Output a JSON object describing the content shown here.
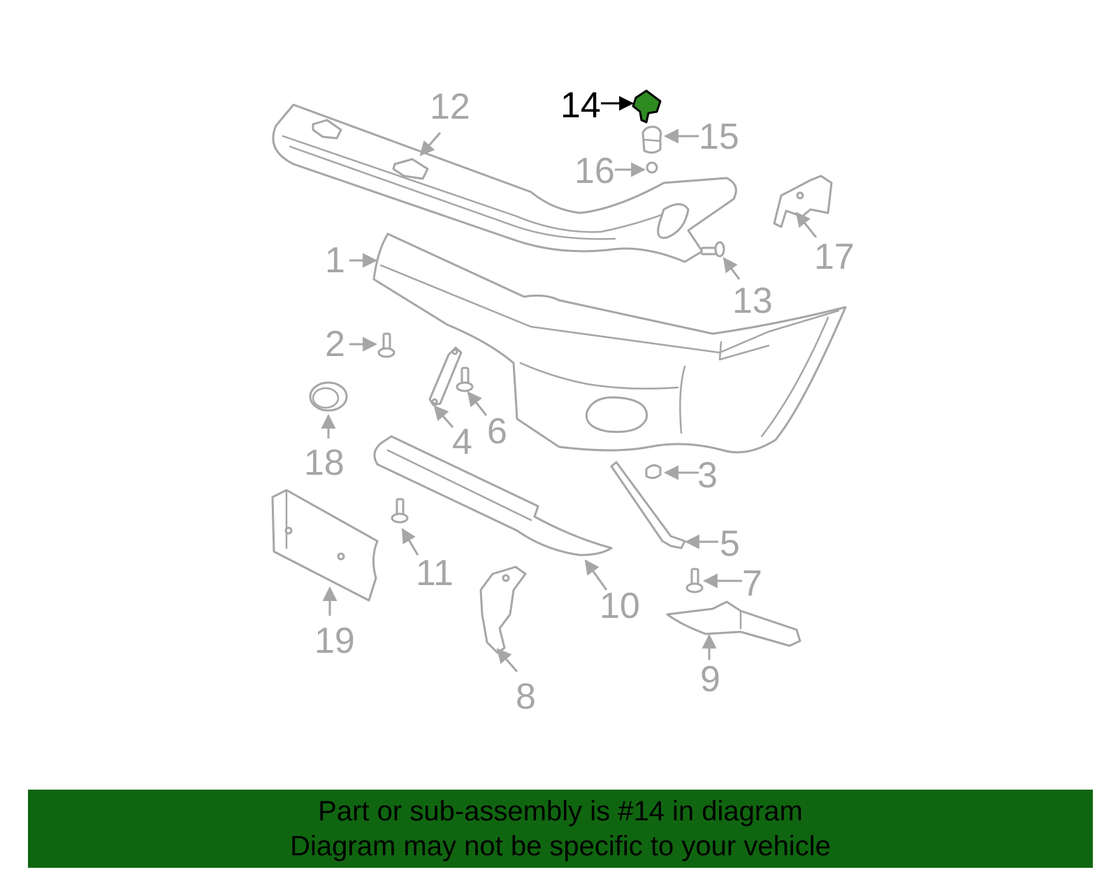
{
  "callouts": {
    "c1": "1",
    "c2": "2",
    "c3": "3",
    "c4": "4",
    "c5": "5",
    "c6": "6",
    "c7": "7",
    "c8": "8",
    "c9": "9",
    "c10": "10",
    "c11": "11",
    "c12": "12",
    "c13": "13",
    "c14": "14",
    "c15": "15",
    "c16": "16",
    "c17": "17",
    "c18": "18",
    "c19": "19"
  },
  "highlight": {
    "part": "14",
    "color": "#2e8b22",
    "text_color": "#000000"
  },
  "colors": {
    "line": "#a6a6a6",
    "banner_bg": "#106610"
  },
  "banner": {
    "line1": "Part or sub-assembly is #14 in diagram",
    "line2": "Diagram may not be specific to your vehicle"
  }
}
